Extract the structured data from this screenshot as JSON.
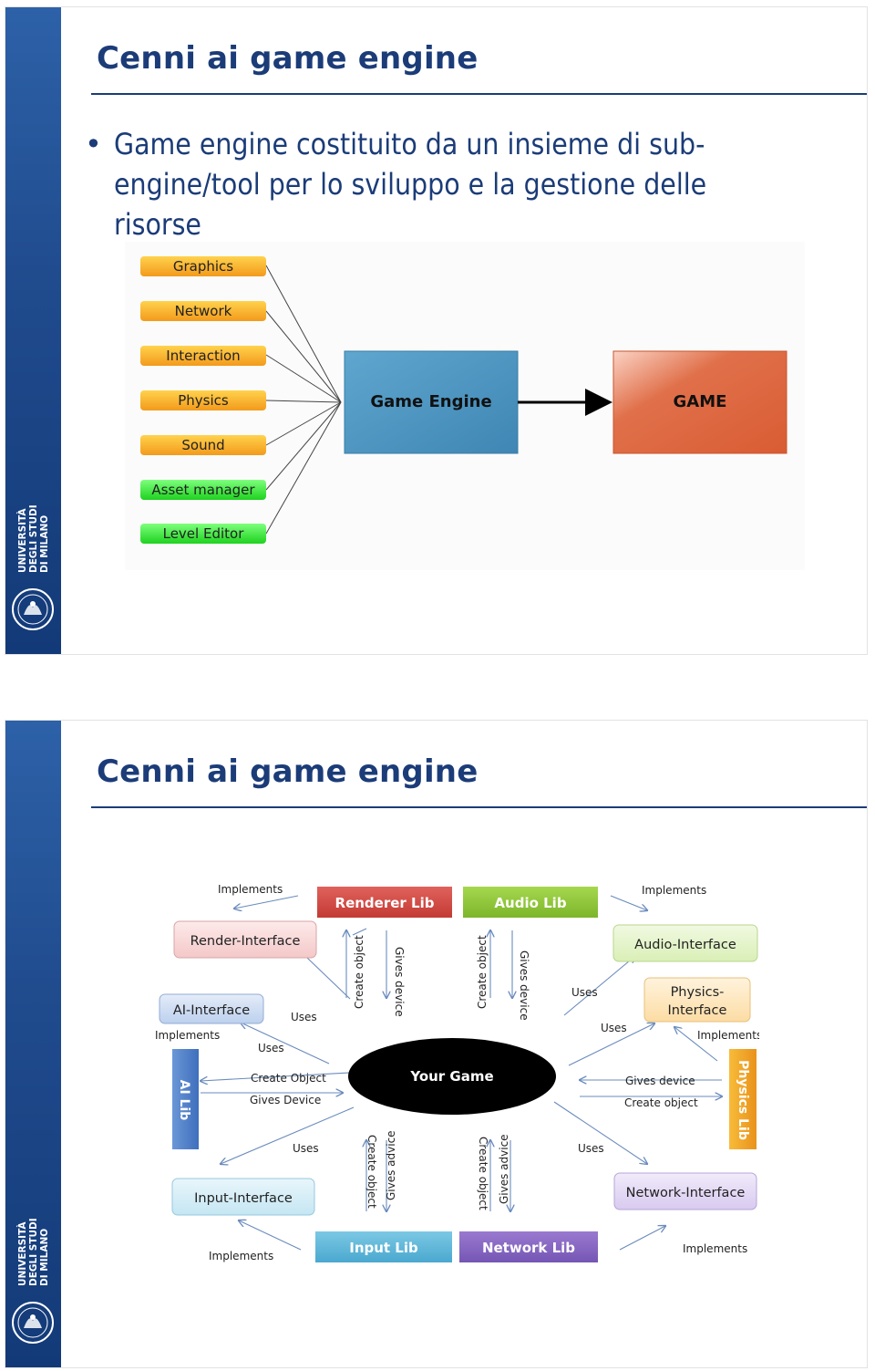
{
  "slides": [
    {
      "title": "Cenni ai game engine",
      "bullet": "Game engine costituito da un insieme di sub-engine/tool per lo sviluppo e la gestione delle risorse",
      "diagram": {
        "tools": [
          "Graphics",
          "Network",
          "Interaction",
          "Physics",
          "Sound",
          "Asset manager",
          "Level Editor"
        ],
        "engine_label": "Game Engine",
        "game_label": "GAME"
      }
    },
    {
      "title": "Cenni ai game engine",
      "diagram": {
        "center": "Your Game",
        "libs": {
          "renderer": "Renderer Lib",
          "audio": "Audio Lib",
          "input": "Input Lib",
          "network": "Network Lib",
          "ai": "AI Lib",
          "physics": "Physics Lib"
        },
        "interfaces": {
          "render": "Render-Interface",
          "audio": "Audio-Interface",
          "ai": "AI-Interface",
          "physics_line1": "Physics-",
          "physics_line2": "Interface",
          "input": "Input-Interface",
          "network": "Network-Interface"
        },
        "labels": {
          "implements": "Implements",
          "uses": "Uses",
          "create_object": "Create object",
          "create_object_cap": "Create Object",
          "gives_device": "Gives device",
          "gives_device_cap": "Gives Device",
          "gives_advice": "Gives advice"
        }
      }
    }
  ],
  "branding": {
    "university_line1": "UNIVERSITÀ",
    "university_line2": "DEGLI STUDI",
    "university_line3": "DI MILANO"
  }
}
